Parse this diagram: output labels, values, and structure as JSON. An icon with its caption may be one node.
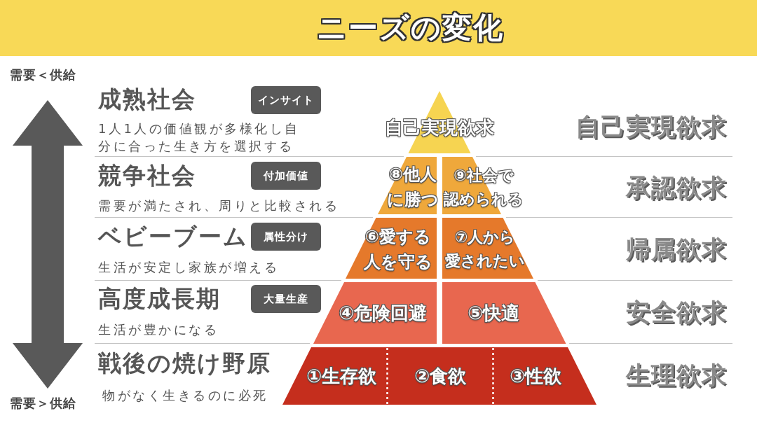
{
  "diagram": {
    "title": "ニーズの変化",
    "nodes": [
      {
        "text": [
          "インサイト"
        ]
      },
      {
        "text": [
          "自己実現欲求"
        ]
      },
      {
        "text": [
          "付加価値"
        ]
      },
      {
        "text": [
          "⑧他人に勝つ"
        ]
      },
      {
        "text": [
          "⑨社会で認められる"
        ]
      },
      {
        "text": [
          "属性分け"
        ]
      },
      {
        "text": [
          "⑥愛する人を守る"
        ]
      },
      {
        "text": [
          "⑦人から愛されたい"
        ]
      },
      {
        "text": [
          "大量生産"
        ]
      },
      {
        "text": [
          "④危険回避"
        ]
      },
      {
        "text": [
          "⑤快適"
        ]
      },
      {
        "text": [
          "①生存欲"
        ]
      },
      {
        "text": [
          "②食欲"
        ]
      },
      {
        "text": [
          "③性欲"
        ]
      }
    ],
    "labels": [
      "需要＜供給",
      "成熟社会",
      "1人1人の価値観が多様化し自分に合った生き方を選択する",
      "自己実現欲求",
      "競争社会",
      "需要が満たされ、周りと比較される",
      "承認欲求",
      "ベビーブーム",
      "生活が安定し家族が増える",
      "帰属欲求",
      "高度成長期",
      "生活が豊かになる",
      "安全欲求",
      "戦後の焼け野原",
      "物がなく生きるのに必死",
      "生理欲求",
      "需要＞供給"
    ]
  }
}
